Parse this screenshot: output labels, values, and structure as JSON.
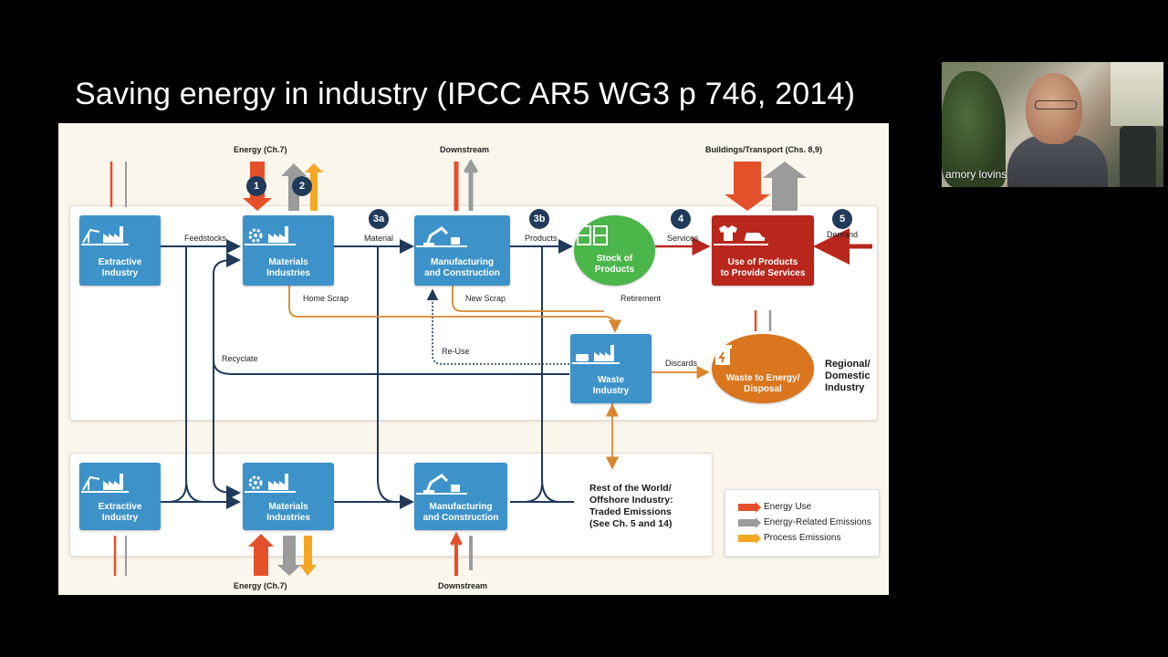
{
  "slide": {
    "title": "Saving energy in industry (IPCC AR5 WG3 p 746, 2014)"
  },
  "diagram": {
    "top_labels": {
      "energy": "Energy (Ch.7)",
      "downstream": "Downstream",
      "buildings": "Buildings/Transport  (Chs. 8,9)"
    },
    "bottom_labels": {
      "energy": "Energy (Ch.7)",
      "downstream": "Downstream"
    },
    "steps": [
      "1",
      "2",
      "3a",
      "3b",
      "4",
      "5"
    ],
    "nodes": {
      "extractive_top": "Extractive\nIndustry",
      "materials_top": "Materials\nIndustries",
      "manufacturing_top": "Manufacturing\nand Construction",
      "stock": "Stock of\nProducts",
      "use": "Use of Products\nto Provide Services",
      "waste_industry": "Waste\nIndustry",
      "waste_energy": "Waste to Energy/\nDisposal",
      "extractive_bottom": "Extractive\nIndustry",
      "materials_bottom": "Materials\nIndustries",
      "manufacturing_bottom": "Manufacturing\nand Construction"
    },
    "flow_labels": {
      "feedstocks": "Feedstocks",
      "material": "Material",
      "products": "Products",
      "services": "Services",
      "demand": "Demand",
      "home_scrap": "Home Scrap",
      "new_scrap": "New Scrap",
      "retirement": "Retirement",
      "reuse": "Re-Use",
      "recyclate": "Recyclate",
      "discards": "Discards"
    },
    "region_label": "Regional/\nDomestic\nIndustry",
    "rest_of_world": "Rest of the World/\nOffshore Industry:\nTraded Emissions\n(See Ch. 5 and 14)",
    "legend": [
      {
        "label": "Energy Use",
        "color": "#e4502a"
      },
      {
        "label": "Energy-Related Emissions",
        "color": "#9b9b9b"
      },
      {
        "label": "Process Emissions",
        "color": "#f5a623"
      }
    ],
    "colors": {
      "blue_node": "#3d93c9",
      "red_node": "#b8261c",
      "green_node": "#4bb64a",
      "orange_node": "#d9761e",
      "flow_line": "#1f3a5a",
      "scrap_line": "#d9862e",
      "energy_arrow": "#e4502a",
      "emission_arrow": "#9b9b9b",
      "process_arrow": "#f5a623"
    }
  },
  "webcam": {
    "participant_name": "amory lovins"
  }
}
